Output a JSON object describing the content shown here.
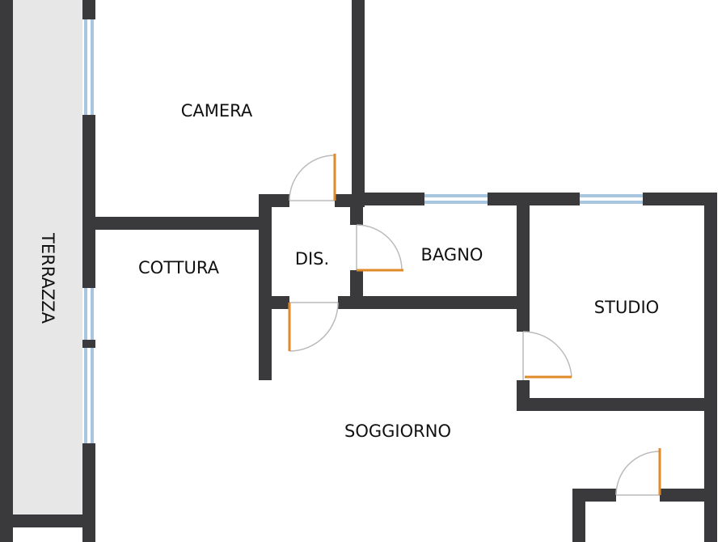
{
  "plan": {
    "rooms": [
      {
        "id": "camera",
        "label": "CAMERA"
      },
      {
        "id": "cottura",
        "label": "COTTURA"
      },
      {
        "id": "dis",
        "label": "DIS."
      },
      {
        "id": "bagno",
        "label": "BAGNO"
      },
      {
        "id": "studio",
        "label": "STUDIO"
      },
      {
        "id": "soggiorno",
        "label": "SOGGIORNO"
      },
      {
        "id": "terrazza",
        "label": "TERRAZZA"
      }
    ],
    "colors": {
      "wall": "#3a3a3c",
      "terrace_fill": "#e7e7e7",
      "door_leaf": "#e08a2a",
      "door_swing": "#bbbbbb",
      "window_frame": "#a9c6e0",
      "window_glass": "#ffffff"
    }
  }
}
